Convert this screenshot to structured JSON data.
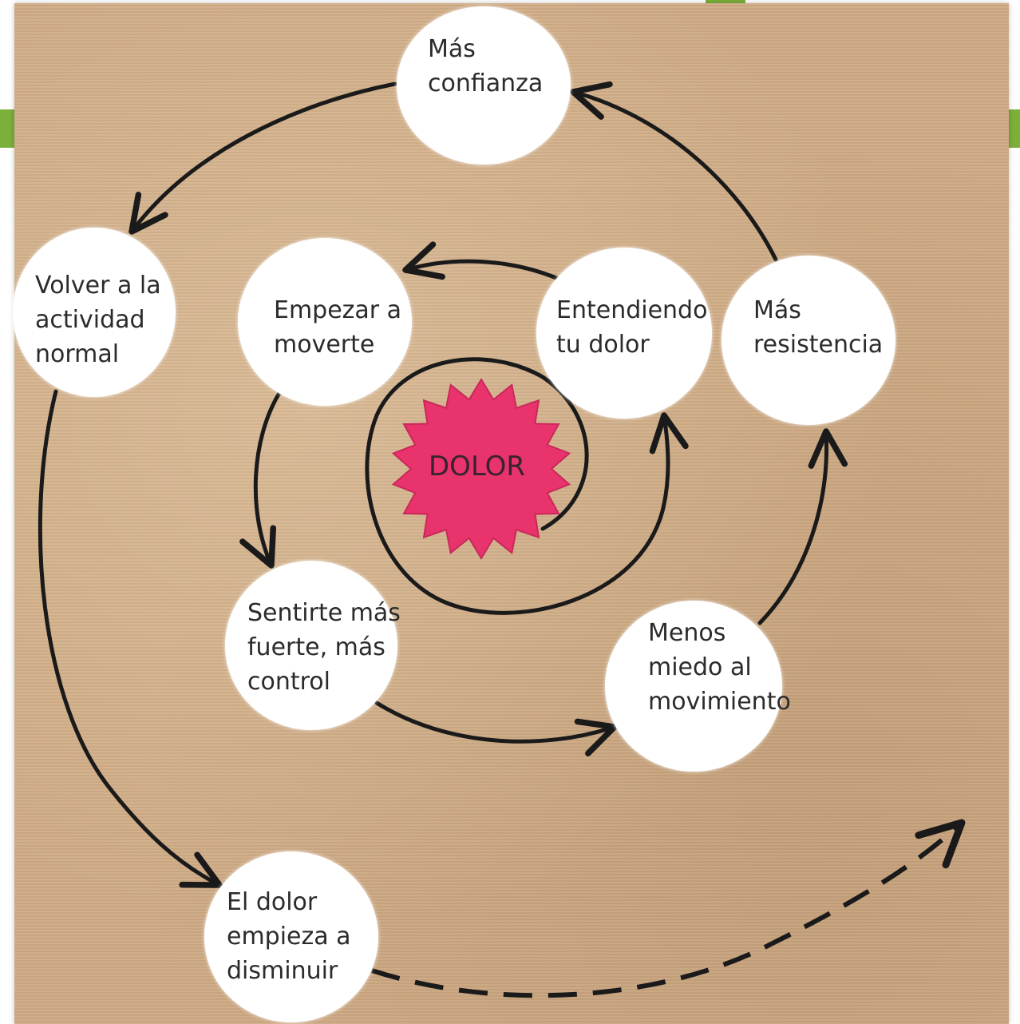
{
  "center": {
    "label": "DOLOR"
  },
  "nodes": [
    {
      "key": "mas_confianza",
      "label": "Más\nconfianza"
    },
    {
      "key": "volver",
      "label": "Volver a la\nactividad\nnormal"
    },
    {
      "key": "empezar",
      "label": "Empezar a\nmoverte"
    },
    {
      "key": "entendiendo",
      "label": "Entendiendo\ntu dolor"
    },
    {
      "key": "mas_resistencia",
      "label": "Más\nresistencia"
    },
    {
      "key": "sentirte",
      "label": "Sentirte más\nfuerte, más\ncontrol"
    },
    {
      "key": "menos_miedo",
      "label": "Menos\nmiedo al\nmovimiento"
    },
    {
      "key": "el_dolor",
      "label": "El dolor\nempieza a\ndisminuir"
    }
  ],
  "colors": {
    "background": "#cfab85",
    "circle": "#ffffff",
    "star": "#e8336c",
    "line": "#1a1a1a",
    "accent_bar": "#7bb03a"
  }
}
